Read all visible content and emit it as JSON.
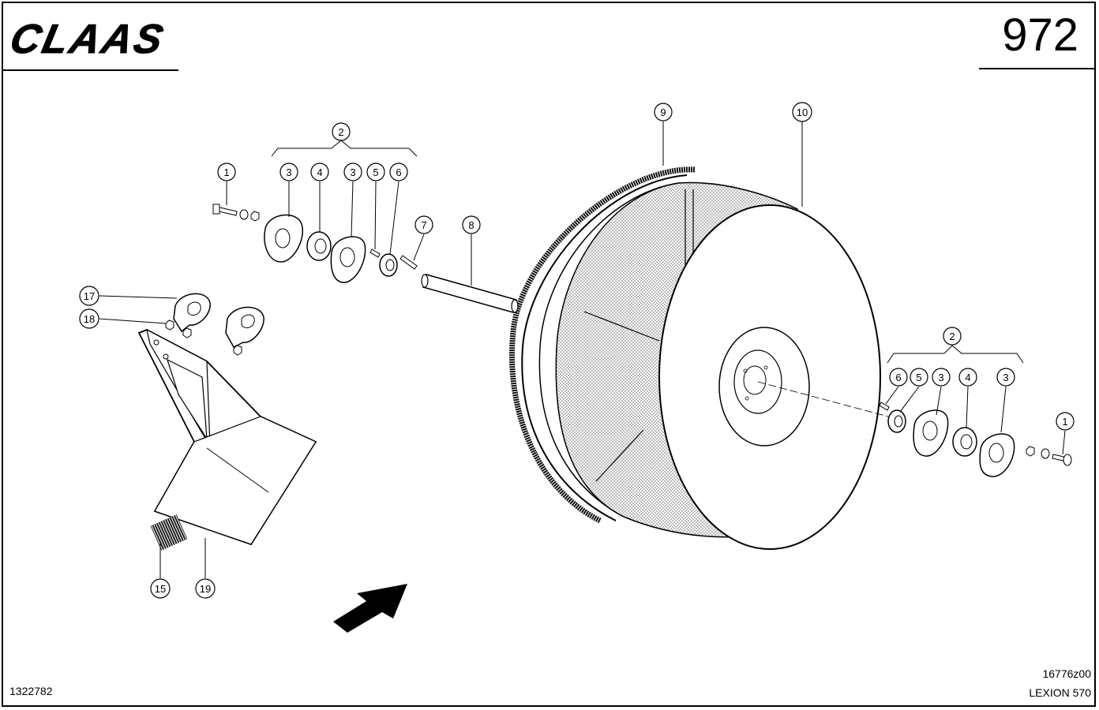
{
  "header": {
    "brand": "CLAAS",
    "page_number": "972"
  },
  "footer": {
    "document_number": "1322782",
    "figure_number": "16776z00",
    "model": "LEXION 570"
  },
  "callouts": {
    "c1a": "1",
    "c2a": "2",
    "c3a": "3",
    "c4a": "4",
    "c3b": "3",
    "c5a": "5",
    "c6a": "6",
    "c7": "7",
    "c8": "8",
    "c9": "9",
    "c10": "10",
    "c17": "17",
    "c18": "18",
    "c15": "15",
    "c19": "19",
    "c2b": "2",
    "c6b": "6",
    "c5b": "5",
    "c3c": "3",
    "c4b": "4",
    "c3d": "3",
    "c1b": "1"
  }
}
